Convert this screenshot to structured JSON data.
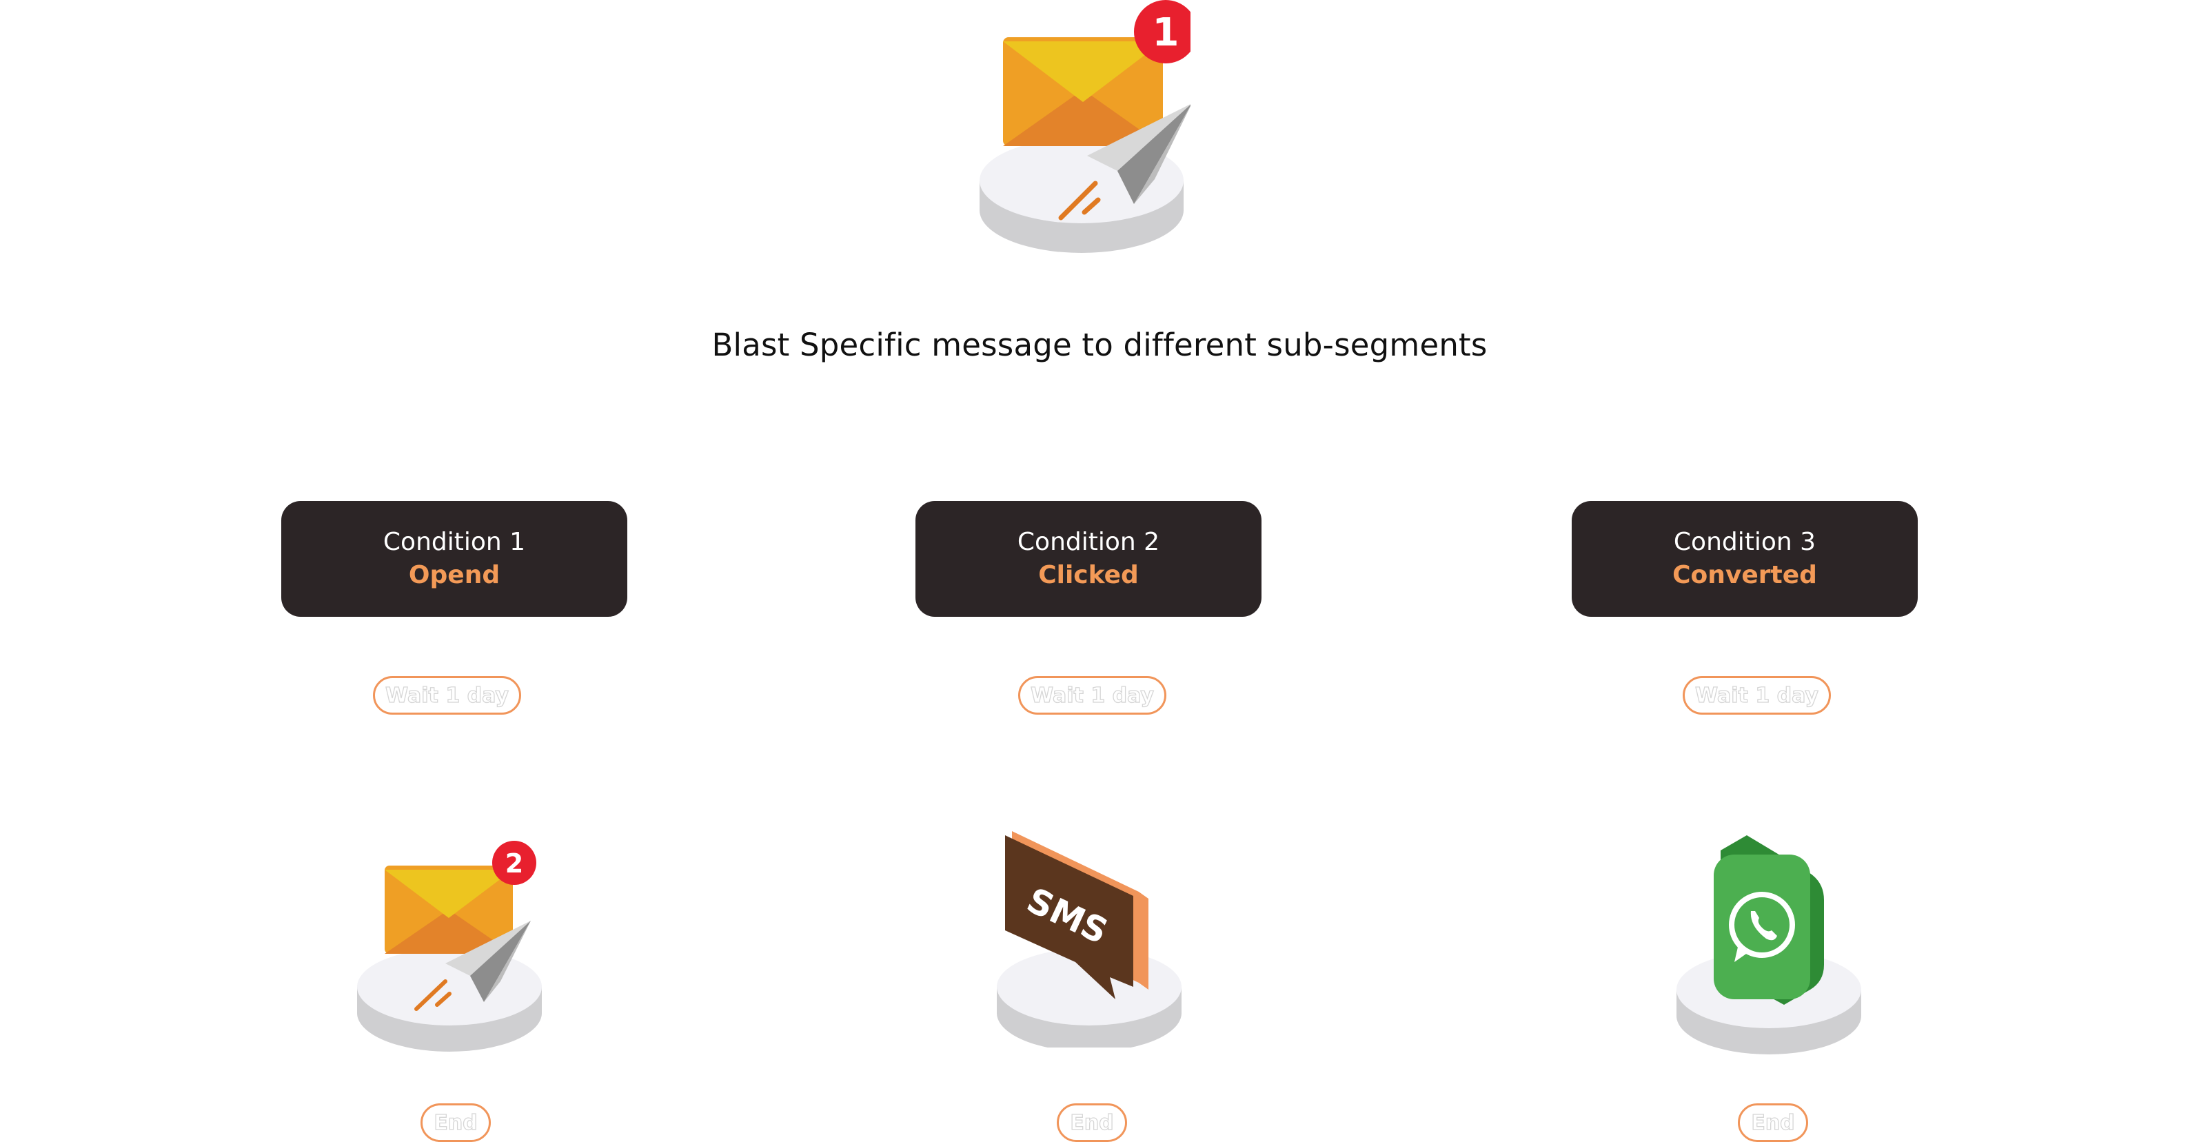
{
  "top_icon": {
    "name": "email-send-icon",
    "badge": "1"
  },
  "headline": "Blast Specific message to different sub-segments",
  "branches": [
    {
      "condition_label": "Condition 1",
      "condition_value": "Opend",
      "wait_label": "Wait 1 day",
      "channel_icon": "email-send-icon",
      "channel_badge": "2",
      "end_label": "End"
    },
    {
      "condition_label": "Condition 2",
      "condition_value": "Clicked",
      "wait_label": "Wait 1 day",
      "channel_icon": "sms-icon",
      "sms_text": "SMS",
      "end_label": "End"
    },
    {
      "condition_label": "Condition 3",
      "condition_value": "Converted",
      "wait_label": "Wait 1 day",
      "channel_icon": "whatsapp-icon",
      "end_label": "End"
    }
  ],
  "colors": {
    "card_bg": "#2c2526",
    "accent_orange": "#f39a57",
    "badge_red": "#e8202e",
    "envelope_yellow": "#edc51f",
    "envelope_orange": "#e8872a",
    "sms_brown": "#5b361e",
    "whatsapp_green": "#4caf50"
  }
}
